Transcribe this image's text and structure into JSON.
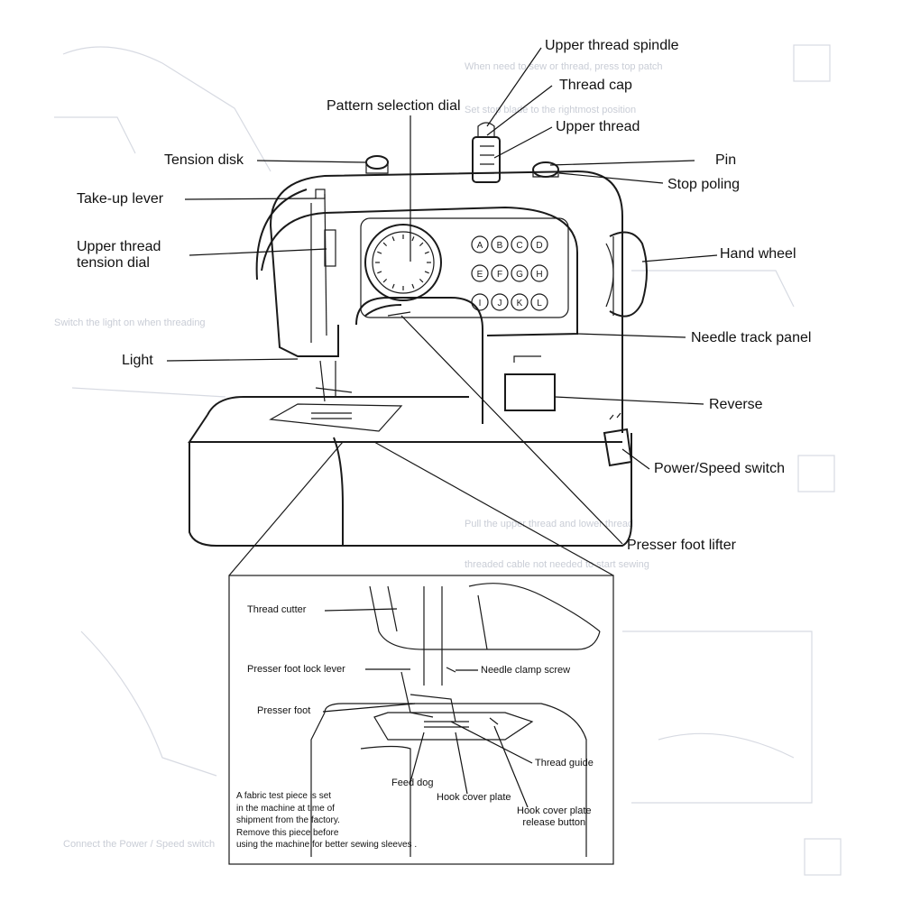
{
  "labels": {
    "upper_thread_spindle": "Upper thread spindle",
    "thread_cap": "Thread cap",
    "pattern_selection_dial": "Pattern selection dial",
    "upper_thread": "Upper thread",
    "tension_disk": "Tension disk",
    "pin": "Pin",
    "stop_poling": "Stop poling",
    "take_up_lever": "Take-up lever",
    "upper_thread_tension_dial_line1": "Upper thread",
    "upper_thread_tension_dial_line2": "tension dial",
    "hand_wheel": "Hand wheel",
    "needle_track_panel": "Needle track panel",
    "light": "Light",
    "reverse": "Reverse",
    "power_speed_switch": "Power/Speed switch",
    "presser_foot_lifter": "Presser foot lifter"
  },
  "inset": {
    "thread_cutter": "Thread cutter",
    "presser_foot_lock_lever": "Presser foot lock lever",
    "needle_clamp_screw": "Needle clamp screw",
    "presser_foot": "Presser foot",
    "thread_guide": "Thread guide",
    "feed_dog": "Feed dog",
    "hook_cover_plate": "Hook cover plate",
    "hook_cover_plate_release_button_line1": "Hook cover plate",
    "hook_cover_plate_release_button_line2": "release button",
    "note_lines": [
      "A fabric test piece is set",
      "in the machine at time of",
      "shipment from the factory.",
      "Remove this piece before",
      "using the machine for better sewing sleeves ."
    ]
  },
  "pattern_buttons": [
    "A",
    "B",
    "C",
    "D",
    "E",
    "F",
    "G",
    "H",
    "I",
    "J",
    "K",
    "L"
  ]
}
